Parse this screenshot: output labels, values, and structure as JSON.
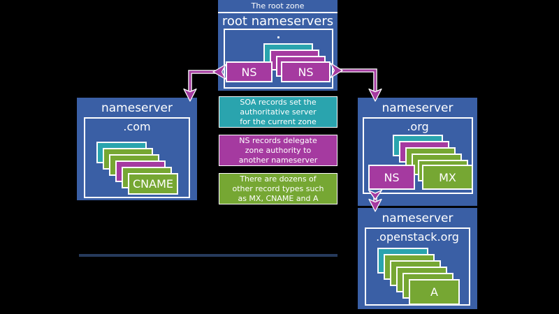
{
  "colors": {
    "background": "#000000",
    "blue": "#3a5fa5",
    "teal": "#2aa4ae",
    "magenta": "#a53aa0",
    "green": "#76a733",
    "navy": "#263a5c",
    "white": "#ffffff"
  },
  "root_zone": {
    "banner": "The root zone",
    "title": "root nameservers",
    "domain": ".",
    "stack": [
      {
        "color": "teal"
      },
      {
        "color": "magenta"
      },
      {
        "color": "magenta"
      }
    ],
    "records": [
      {
        "label": "NS",
        "color": "magenta"
      },
      {
        "label": "NS",
        "color": "magenta"
      }
    ]
  },
  "com_ns": {
    "title": "nameserver",
    "domain": ".com",
    "stack": [
      {
        "color": "teal"
      },
      {
        "color": "green"
      },
      {
        "color": "green"
      },
      {
        "color": "magenta"
      },
      {
        "color": "green"
      },
      {
        "color": "green",
        "label": "CNAME"
      }
    ]
  },
  "org_ns": {
    "title": "nameserver",
    "domain": ".org",
    "stack": [
      {
        "color": "teal"
      },
      {
        "color": "magenta"
      },
      {
        "color": "green"
      },
      {
        "color": "green"
      },
      {
        "color": "green"
      }
    ],
    "records": [
      {
        "label": "NS",
        "color": "magenta"
      },
      {
        "label": "MX",
        "color": "green"
      }
    ]
  },
  "openstack_ns": {
    "title": "nameserver",
    "domain": ".openstack.org",
    "stack": [
      {
        "color": "teal"
      },
      {
        "color": "green"
      },
      {
        "color": "green"
      },
      {
        "color": "green"
      },
      {
        "color": "green"
      },
      {
        "color": "green",
        "label": "A"
      }
    ]
  },
  "legend": [
    {
      "color": "teal",
      "lines": [
        "SOA records set the",
        "authoritative server",
        "for the current zone"
      ]
    },
    {
      "color": "magenta",
      "lines": [
        "NS records delegate",
        "zone authority to",
        "another nameserver"
      ]
    },
    {
      "color": "green",
      "lines": [
        "There are dozens of",
        "other record types such",
        "as MX, CNAME and A"
      ]
    }
  ]
}
